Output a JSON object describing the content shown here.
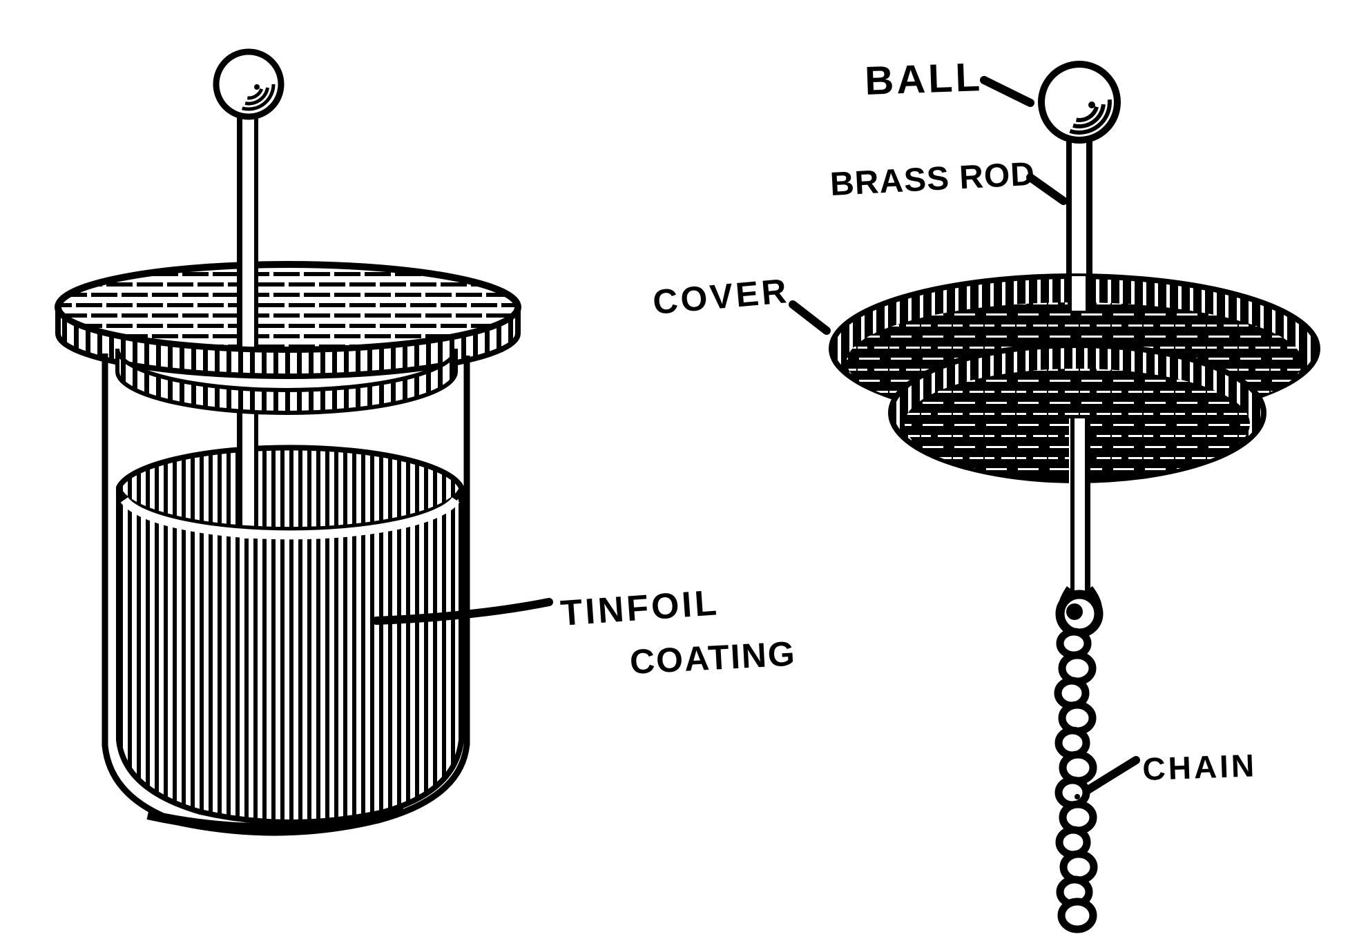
{
  "colors": {
    "ink": "#000000",
    "paper": "#ffffff"
  },
  "labels": {
    "ball": "BALL",
    "brass_rod": "BRASS ROD",
    "cover": "COVER",
    "chain": "CHAIN",
    "tinfoil_line1": "TINFOIL",
    "tinfoil_line2": "COATING"
  }
}
